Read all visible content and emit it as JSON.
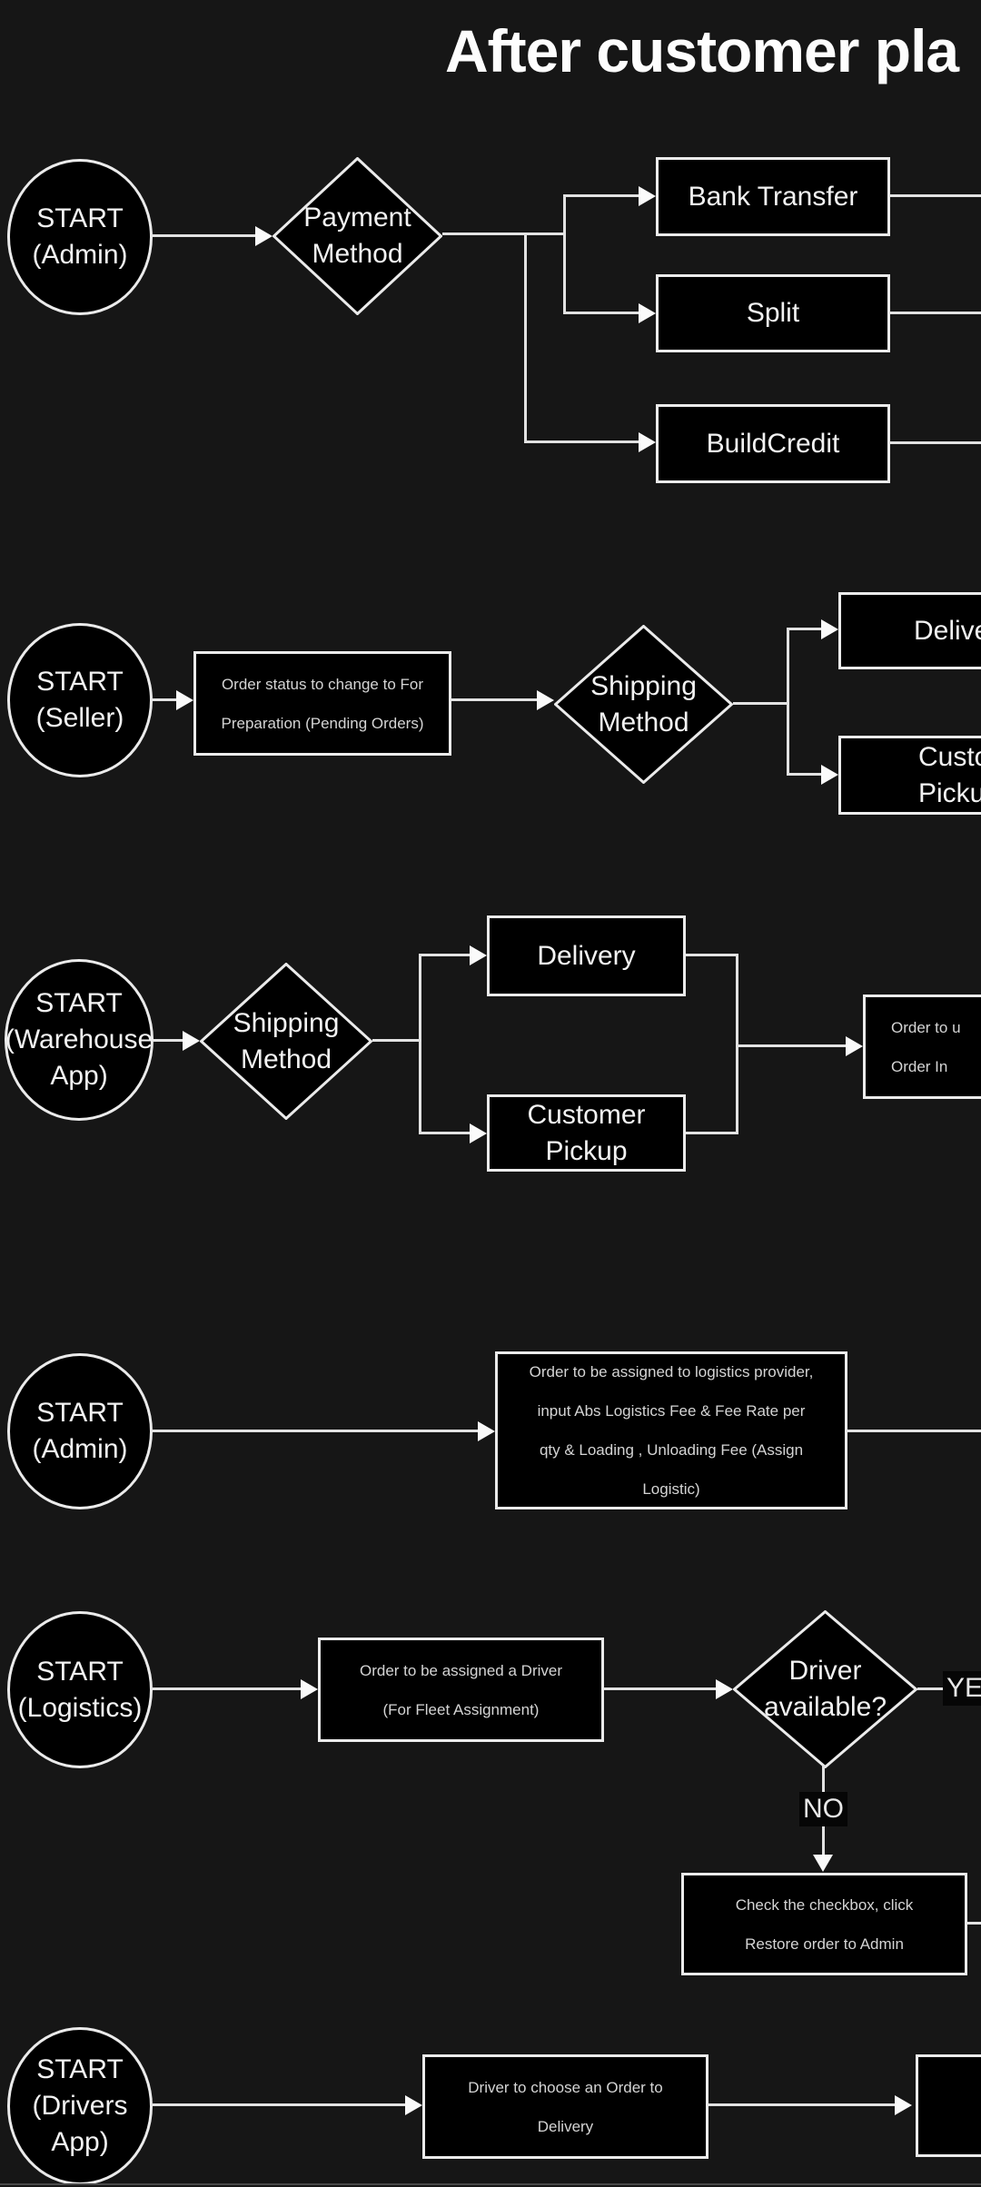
{
  "title": "After customer pla",
  "colors": {
    "background": "#161616",
    "shape_fill": "#000000",
    "shape_border": "#ebebeb",
    "connector": "#e2e2e2",
    "text": "#f2f2f2"
  },
  "nodes": {
    "r1_start": "START\n(Admin)",
    "r1_decision": "Payment\nMethod",
    "r1_opt_bank": "Bank Transfer",
    "r1_opt_split": "Split",
    "r1_opt_buildcredit": "BuildCredit",
    "r2_start": "START\n(Seller)",
    "r2_process": "Order status to change to For\nPreparation (Pending Orders)",
    "r2_decision": "Shipping\nMethod",
    "r2_opt_delivery": "Delive",
    "r2_opt_pickup": "Custom\nPicku",
    "r3_start": "START\n(Warehouse\nApp)",
    "r3_decision": "Shipping\nMethod",
    "r3_opt_delivery": "Delivery",
    "r3_opt_pickup": "Customer\nPickup",
    "r3_process": "Order to u\nOrder In",
    "r4_start": "START\n(Admin)",
    "r4_process": "Order to be assigned to logistics provider,\ninput Abs Logistics Fee & Fee Rate per\nqty & Loading , Unloading Fee (Assign\nLogistic)",
    "r5_start": "START\n(Logistics)",
    "r5_process": "Order to be assigned a Driver\n(For Fleet Assignment)",
    "r5_decision": "Driver\navailable?",
    "r5_label_yes": "YE",
    "r5_label_no": "NO",
    "r5_restore": "Check the checkbox, click\nRestore order to Admin",
    "r6_start": "START\n(Drivers\nApp)",
    "r6_process": "Driver to choose an Order to\nDelivery"
  }
}
